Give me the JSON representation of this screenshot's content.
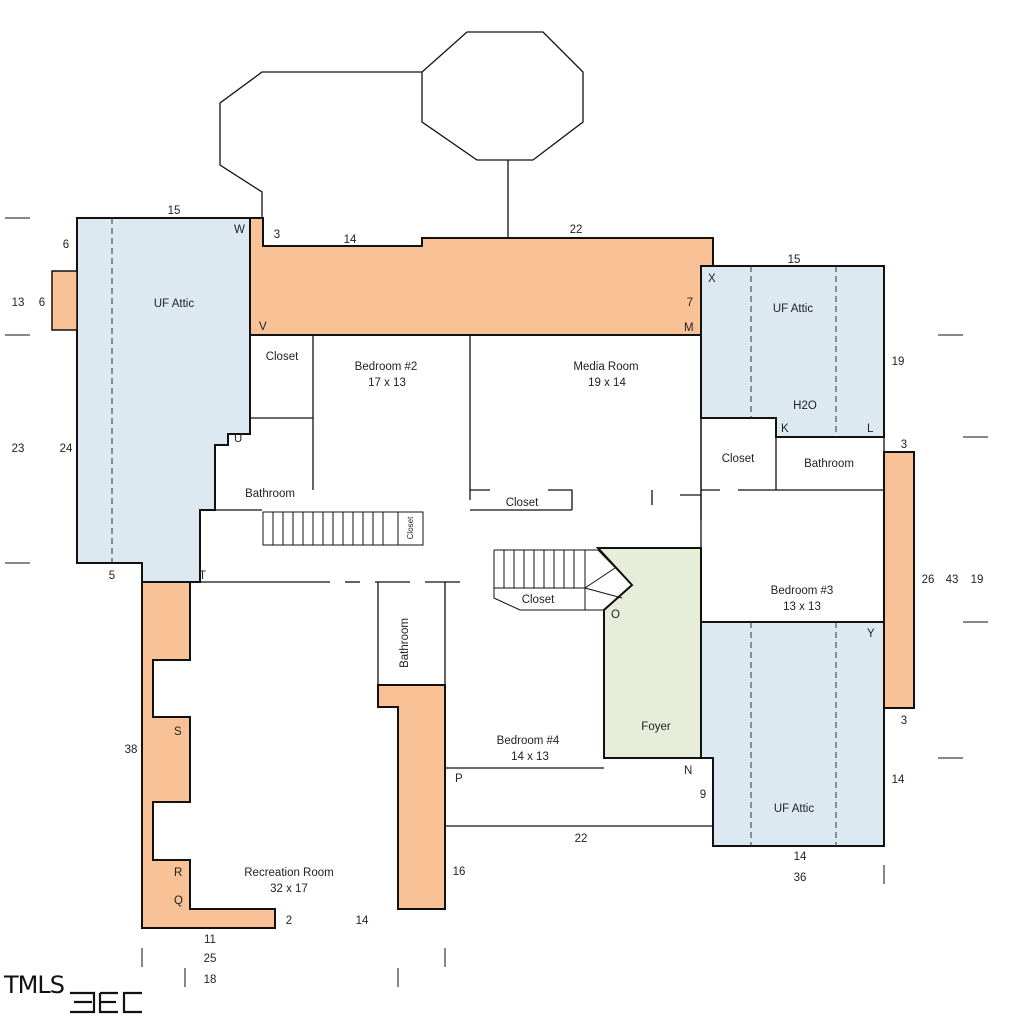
{
  "colors": {
    "attic": "#dce9f1",
    "unfinished": "#f8c196",
    "foyer": "#e6edd8",
    "wall": "#111111"
  },
  "rooms": {
    "uf_attic_left": "UF Attic",
    "uf_attic_right_top": "UF Attic",
    "uf_attic_right_bottom": "UF Attic",
    "h2o": "H2O",
    "bedroom2": {
      "name": "Bedroom #2",
      "size": "17 x 13"
    },
    "media_room": {
      "name": "Media Room",
      "size": "19 x 14"
    },
    "bedroom3": {
      "name": "Bedroom #3",
      "size": "13 x 13"
    },
    "bedroom4": {
      "name": "Bedroom #4",
      "size": "14 x 13"
    },
    "recreation_room": {
      "name": "Recreation Room",
      "size": "32 x 17"
    },
    "foyer": "Foyer",
    "closet_a": "Closet",
    "closet_b": "Closet",
    "closet_c": "Closet",
    "closet_d": "Closet",
    "closet_small": "Closet",
    "bathroom_a": "Bathroom",
    "bathroom_b": "Bathroom",
    "bathroom_c": "Bathroom"
  },
  "points": {
    "W": "W",
    "V": "V",
    "U": "U",
    "T": "T",
    "S": "S",
    "R": "R",
    "Q": "Q",
    "P": "P",
    "O": "O",
    "N": "N",
    "M": "M",
    "X": "X",
    "K": "K",
    "L": "L",
    "Y": "Y"
  },
  "dimensions": {
    "d15_top_left": "15",
    "d3_top": "3",
    "d14_top": "14",
    "d22_top": "22",
    "d15_top_right": "15",
    "d6_a": "6",
    "d13": "13",
    "d6_b": "6",
    "d7": "7",
    "d19_right": "19",
    "d3_right_top": "3",
    "d23": "23",
    "d24": "24",
    "d26": "26",
    "d43": "43",
    "d19_far": "19",
    "d5": "5",
    "d3_right_bottom": "3",
    "d38": "38",
    "d14_right": "14",
    "d9": "9",
    "d22_bottom": "22",
    "d14_bottom_right": "14",
    "d36": "36",
    "d16": "16",
    "d2": "2",
    "d14_bottom": "14",
    "d11": "11",
    "d25": "25",
    "d18": "18"
  },
  "logo": "TMLS"
}
